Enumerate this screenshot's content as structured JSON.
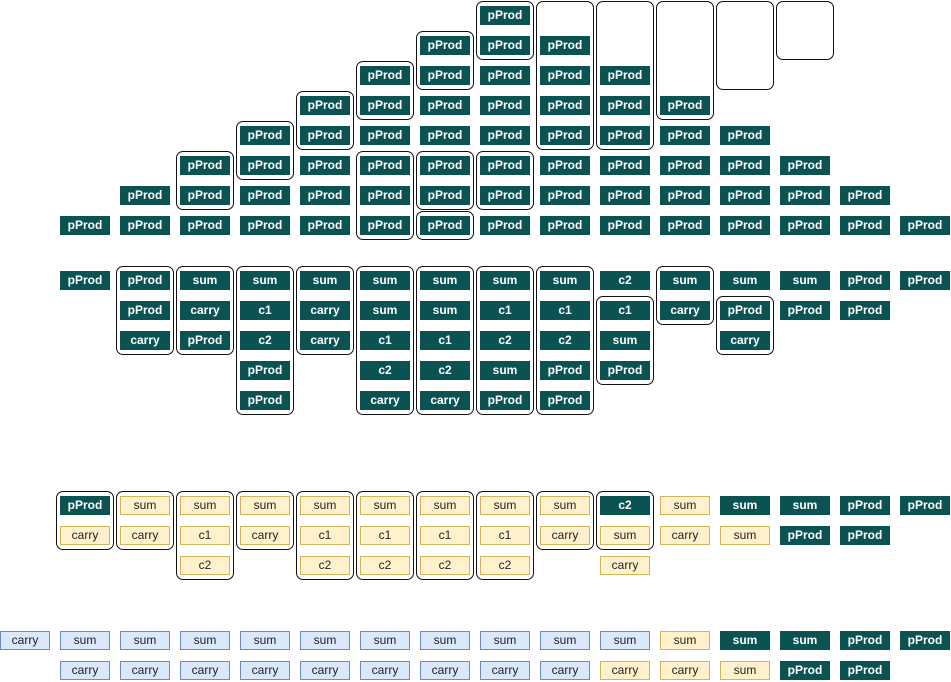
{
  "colors": {
    "dark": "#0b5353",
    "yellow": "#fff1cc",
    "blue": "#dae8fc"
  },
  "sections": [
    {
      "id": "partial-products",
      "columns": [
        {
          "cells": [
            {
              "label": "pProd",
              "style": "dark"
            }
          ]
        },
        {
          "cells": [
            {
              "label": "pProd",
              "style": "dark"
            },
            {
              "label": "pProd",
              "style": "dark"
            }
          ]
        },
        {
          "cells": [
            {
              "label": "pProd",
              "style": "dark"
            },
            {
              "label": "pProd",
              "style": "dark"
            },
            {
              "label": "pProd",
              "style": "dark"
            }
          ]
        },
        {
          "cells": [
            {
              "label": "pProd",
              "style": "dark"
            },
            {
              "label": "pProd",
              "style": "dark"
            },
            {
              "label": "pProd",
              "style": "dark"
            },
            {
              "label": "pProd",
              "style": "dark"
            }
          ]
        },
        {
          "cells": [
            {
              "label": "pProd",
              "style": "dark"
            },
            {
              "label": "pProd",
              "style": "dark"
            },
            {
              "label": "pProd",
              "style": "dark"
            },
            {
              "label": "pProd",
              "style": "dark"
            },
            {
              "label": "pProd",
              "style": "dark"
            }
          ]
        },
        {
          "cells": [
            {
              "label": "pProd",
              "style": "dark"
            },
            {
              "label": "pProd",
              "style": "dark"
            },
            {
              "label": "pProd",
              "style": "dark"
            },
            {
              "label": "pProd",
              "style": "dark"
            },
            {
              "label": "pProd",
              "style": "dark"
            },
            {
              "label": "pProd",
              "style": "dark"
            }
          ]
        },
        {
          "cells": [
            {
              "label": "pProd",
              "style": "dark"
            },
            {
              "label": "pProd",
              "style": "dark"
            },
            {
              "label": "pProd",
              "style": "dark"
            },
            {
              "label": "pProd",
              "style": "dark"
            },
            {
              "label": "pProd",
              "style": "dark"
            },
            {
              "label": "pProd",
              "style": "dark"
            },
            {
              "label": "pProd",
              "style": "dark"
            }
          ]
        },
        {
          "cells": [
            {
              "label": "pProd",
              "style": "dark"
            },
            {
              "label": "pProd",
              "style": "dark"
            },
            {
              "label": "pProd",
              "style": "dark"
            },
            {
              "label": "pProd",
              "style": "dark"
            },
            {
              "label": "pProd",
              "style": "dark"
            },
            {
              "label": "pProd",
              "style": "dark"
            },
            {
              "label": "pProd",
              "style": "dark"
            },
            {
              "label": "pProd",
              "style": "dark"
            }
          ]
        },
        {
          "cells": [
            {
              "label": "pProd",
              "style": "dark"
            },
            {
              "label": "pProd",
              "style": "dark"
            },
            {
              "label": "pProd",
              "style": "dark"
            },
            {
              "label": "pProd",
              "style": "dark"
            },
            {
              "label": "pProd",
              "style": "dark"
            },
            {
              "label": "pProd",
              "style": "dark"
            },
            {
              "label": "pProd",
              "style": "dark"
            }
          ]
        },
        {
          "cells": [
            {
              "label": "pProd",
              "style": "dark"
            },
            {
              "label": "pProd",
              "style": "dark"
            },
            {
              "label": "pProd",
              "style": "dark"
            },
            {
              "label": "pProd",
              "style": "dark"
            },
            {
              "label": "pProd",
              "style": "dark"
            },
            {
              "label": "pProd",
              "style": "dark"
            }
          ]
        },
        {
          "cells": [
            {
              "label": "pProd",
              "style": "dark"
            },
            {
              "label": "pProd",
              "style": "dark"
            },
            {
              "label": "pProd",
              "style": "dark"
            },
            {
              "label": "pProd",
              "style": "dark"
            },
            {
              "label": "pProd",
              "style": "dark"
            }
          ]
        },
        {
          "cells": [
            {
              "label": "pProd",
              "style": "dark"
            },
            {
              "label": "pProd",
              "style": "dark"
            },
            {
              "label": "pProd",
              "style": "dark"
            },
            {
              "label": "pProd",
              "style": "dark"
            }
          ]
        },
        {
          "cells": [
            {
              "label": "pProd",
              "style": "dark"
            },
            {
              "label": "pProd",
              "style": "dark"
            },
            {
              "label": "pProd",
              "style": "dark"
            }
          ]
        },
        {
          "cells": [
            {
              "label": "pProd",
              "style": "dark"
            },
            {
              "label": "pProd",
              "style": "dark"
            }
          ]
        },
        {
          "cells": [
            {
              "label": "pProd",
              "style": "dark"
            }
          ]
        }
      ]
    },
    {
      "id": "stage-1",
      "columns": [
        {
          "cells": [
            {
              "label": "pProd",
              "style": "dark"
            }
          ]
        },
        {
          "cells": [
            {
              "label": "pProd",
              "style": "dark"
            },
            {
              "label": "pProd",
              "style": "dark"
            },
            {
              "label": "carry",
              "style": "dark"
            }
          ]
        },
        {
          "cells": [
            {
              "label": "sum",
              "style": "dark"
            },
            {
              "label": "carry",
              "style": "dark"
            },
            {
              "label": "pProd",
              "style": "dark"
            }
          ]
        },
        {
          "cells": [
            {
              "label": "sum",
              "style": "dark"
            },
            {
              "label": "c1",
              "style": "dark"
            },
            {
              "label": "c2",
              "style": "dark"
            },
            {
              "label": "pProd",
              "style": "dark"
            },
            {
              "label": "pProd",
              "style": "dark"
            }
          ]
        },
        {
          "cells": [
            {
              "label": "sum",
              "style": "dark"
            },
            {
              "label": "carry",
              "style": "dark"
            },
            {
              "label": "carry",
              "style": "dark"
            }
          ]
        },
        {
          "cells": [
            {
              "label": "sum",
              "style": "dark"
            },
            {
              "label": "sum",
              "style": "dark"
            },
            {
              "label": "c1",
              "style": "dark"
            },
            {
              "label": "c2",
              "style": "dark"
            },
            {
              "label": "carry",
              "style": "dark"
            }
          ]
        },
        {
          "cells": [
            {
              "label": "sum",
              "style": "dark"
            },
            {
              "label": "sum",
              "style": "dark"
            },
            {
              "label": "c1",
              "style": "dark"
            },
            {
              "label": "c2",
              "style": "dark"
            },
            {
              "label": "carry",
              "style": "dark"
            }
          ]
        },
        {
          "cells": [
            {
              "label": "sum",
              "style": "dark"
            },
            {
              "label": "c1",
              "style": "dark"
            },
            {
              "label": "c2",
              "style": "dark"
            },
            {
              "label": "sum",
              "style": "dark"
            },
            {
              "label": "pProd",
              "style": "dark"
            }
          ]
        },
        {
          "cells": [
            {
              "label": "sum",
              "style": "dark"
            },
            {
              "label": "c1",
              "style": "dark"
            },
            {
              "label": "c2",
              "style": "dark"
            },
            {
              "label": "pProd",
              "style": "dark"
            },
            {
              "label": "pProd",
              "style": "dark"
            }
          ]
        },
        {
          "cells": [
            {
              "label": "c2",
              "style": "dark"
            },
            {
              "label": "c1",
              "style": "dark"
            },
            {
              "label": "sum",
              "style": "dark"
            },
            {
              "label": "pProd",
              "style": "dark"
            }
          ]
        },
        {
          "cells": [
            {
              "label": "sum",
              "style": "dark"
            },
            {
              "label": "carry",
              "style": "dark"
            }
          ]
        },
        {
          "cells": [
            {
              "label": "sum",
              "style": "dark"
            },
            {
              "label": "pProd",
              "style": "dark"
            },
            {
              "label": "carry",
              "style": "dark"
            }
          ]
        },
        {
          "cells": [
            {
              "label": "sum",
              "style": "dark"
            },
            {
              "label": "pProd",
              "style": "dark"
            }
          ]
        },
        {
          "cells": [
            {
              "label": "pProd",
              "style": "dark"
            },
            {
              "label": "pProd",
              "style": "dark"
            }
          ]
        },
        {
          "cells": [
            {
              "label": "pProd",
              "style": "dark"
            }
          ]
        }
      ]
    },
    {
      "id": "stage-2",
      "columns": [
        {
          "cells": [
            {
              "label": "pProd",
              "style": "dark"
            },
            {
              "label": "carry",
              "style": "yellow"
            }
          ]
        },
        {
          "cells": [
            {
              "label": "sum",
              "style": "yellow"
            },
            {
              "label": "carry",
              "style": "yellow"
            }
          ]
        },
        {
          "cells": [
            {
              "label": "sum",
              "style": "yellow"
            },
            {
              "label": "c1",
              "style": "yellow"
            },
            {
              "label": "c2",
              "style": "yellow"
            }
          ]
        },
        {
          "cells": [
            {
              "label": "sum",
              "style": "yellow"
            },
            {
              "label": "carry",
              "style": "yellow"
            }
          ]
        },
        {
          "cells": [
            {
              "label": "sum",
              "style": "yellow"
            },
            {
              "label": "c1",
              "style": "yellow"
            },
            {
              "label": "c2",
              "style": "yellow"
            }
          ]
        },
        {
          "cells": [
            {
              "label": "sum",
              "style": "yellow"
            },
            {
              "label": "c1",
              "style": "yellow"
            },
            {
              "label": "c2",
              "style": "yellow"
            }
          ]
        },
        {
          "cells": [
            {
              "label": "sum",
              "style": "yellow"
            },
            {
              "label": "c1",
              "style": "yellow"
            },
            {
              "label": "c2",
              "style": "yellow"
            }
          ]
        },
        {
          "cells": [
            {
              "label": "sum",
              "style": "yellow"
            },
            {
              "label": "c1",
              "style": "yellow"
            },
            {
              "label": "c2",
              "style": "yellow"
            }
          ]
        },
        {
          "cells": [
            {
              "label": "sum",
              "style": "yellow"
            },
            {
              "label": "carry",
              "style": "yellow"
            }
          ]
        },
        {
          "cells": [
            {
              "label": "c2",
              "style": "dark"
            },
            {
              "label": "sum",
              "style": "yellow"
            },
            {
              "label": "carry",
              "style": "yellow"
            }
          ]
        },
        {
          "cells": [
            {
              "label": "sum",
              "style": "yellow"
            },
            {
              "label": "carry",
              "style": "yellow"
            }
          ]
        },
        {
          "cells": [
            {
              "label": "sum",
              "style": "dark"
            },
            {
              "label": "sum",
              "style": "yellow"
            }
          ]
        },
        {
          "cells": [
            {
              "label": "sum",
              "style": "dark"
            },
            {
              "label": "pProd",
              "style": "dark"
            }
          ]
        },
        {
          "cells": [
            {
              "label": "pProd",
              "style": "dark"
            },
            {
              "label": "pProd",
              "style": "dark"
            }
          ]
        },
        {
          "cells": [
            {
              "label": "pProd",
              "style": "dark"
            }
          ]
        }
      ]
    },
    {
      "id": "final-rows",
      "leading": {
        "label": "carry",
        "style": "blue"
      },
      "columns": [
        {
          "cells": [
            {
              "label": "sum",
              "style": "blue"
            },
            {
              "label": "carry",
              "style": "blue"
            }
          ]
        },
        {
          "cells": [
            {
              "label": "sum",
              "style": "blue"
            },
            {
              "label": "carry",
              "style": "blue"
            }
          ]
        },
        {
          "cells": [
            {
              "label": "sum",
              "style": "blue"
            },
            {
              "label": "carry",
              "style": "blue"
            }
          ]
        },
        {
          "cells": [
            {
              "label": "sum",
              "style": "blue"
            },
            {
              "label": "carry",
              "style": "blue"
            }
          ]
        },
        {
          "cells": [
            {
              "label": "sum",
              "style": "blue"
            },
            {
              "label": "carry",
              "style": "blue"
            }
          ]
        },
        {
          "cells": [
            {
              "label": "sum",
              "style": "blue"
            },
            {
              "label": "carry",
              "style": "blue"
            }
          ]
        },
        {
          "cells": [
            {
              "label": "sum",
              "style": "blue"
            },
            {
              "label": "carry",
              "style": "blue"
            }
          ]
        },
        {
          "cells": [
            {
              "label": "sum",
              "style": "blue"
            },
            {
              "label": "carry",
              "style": "blue"
            }
          ]
        },
        {
          "cells": [
            {
              "label": "sum",
              "style": "blue"
            },
            {
              "label": "carry",
              "style": "blue"
            }
          ]
        },
        {
          "cells": [
            {
              "label": "sum",
              "style": "blue"
            },
            {
              "label": "carry",
              "style": "yellow"
            }
          ]
        },
        {
          "cells": [
            {
              "label": "sum",
              "style": "yellow"
            },
            {
              "label": "carry",
              "style": "yellow"
            }
          ]
        },
        {
          "cells": [
            {
              "label": "sum",
              "style": "dark"
            },
            {
              "label": "sum",
              "style": "yellow"
            }
          ]
        },
        {
          "cells": [
            {
              "label": "sum",
              "style": "dark"
            },
            {
              "label": "pProd",
              "style": "dark"
            }
          ]
        },
        {
          "cells": [
            {
              "label": "pProd",
              "style": "dark"
            },
            {
              "label": "pProd",
              "style": "dark"
            }
          ]
        },
        {
          "cells": [
            {
              "label": "pProd",
              "style": "dark"
            }
          ]
        }
      ]
    }
  ]
}
